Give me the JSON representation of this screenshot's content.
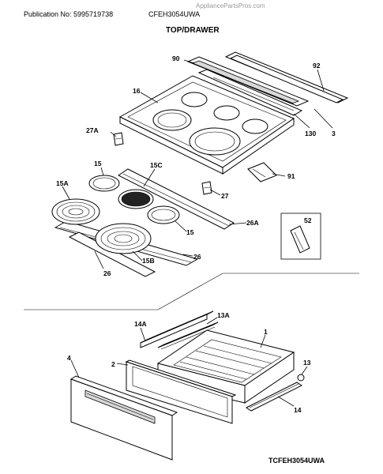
{
  "header": {
    "publication": "Publication No: 5995719738",
    "model": "CFEH3054UWA",
    "watermark": "AppliancePartsPros.com"
  },
  "title": "TOP/DRAWER",
  "footer_code": "TCFEH3054UWA",
  "callouts": [
    "90",
    "92",
    "16",
    "3",
    "130",
    "27A",
    "15",
    "15C",
    "91",
    "27",
    "15A",
    "26A",
    "15",
    "52",
    "15B",
    "26",
    "26",
    "14A",
    "13A",
    "1",
    "4",
    "2",
    "13",
    "14"
  ]
}
